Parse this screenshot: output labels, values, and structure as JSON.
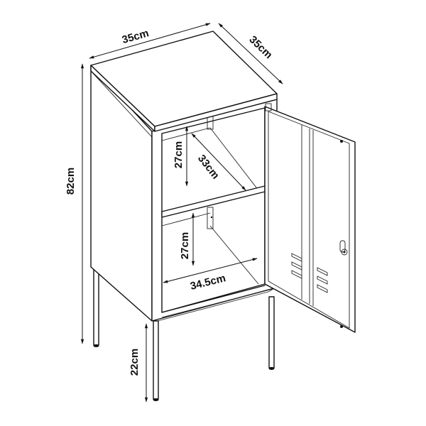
{
  "diagram": {
    "subject": "Metal locker-style bedside cabinet with open door",
    "colors": {
      "line": "#111111",
      "background": "#ffffff"
    },
    "dimensions": {
      "top_width": "35cm",
      "top_depth": "35cm",
      "total_height": "82cm",
      "leg_height": "22cm",
      "upper_compartment_height": "27cm",
      "shelf_depth": "33cm",
      "lower_compartment_height": "27cm",
      "inner_width": "34.5cm"
    },
    "parts": [
      "top",
      "side-panel",
      "shelf",
      "open-door",
      "vent-slots",
      "padlock-hasp",
      "legs"
    ]
  }
}
